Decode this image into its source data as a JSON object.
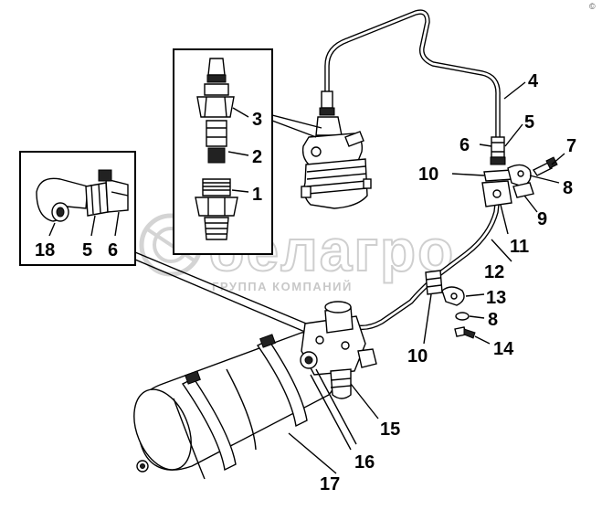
{
  "watermark": {
    "brand": "белагро",
    "subtitle": "ГРУППА КОМПАНИЙ"
  },
  "corner_mark": "©",
  "callouts": [
    {
      "id": "c-1",
      "text": "1"
    },
    {
      "id": "c-2",
      "text": "2"
    },
    {
      "id": "c-3",
      "text": "3"
    },
    {
      "id": "c-4",
      "text": "4"
    },
    {
      "id": "c-5-upper",
      "text": "5"
    },
    {
      "id": "c-6-upper",
      "text": "6"
    },
    {
      "id": "c-7",
      "text": "7"
    },
    {
      "id": "c-8-upper",
      "text": "8"
    },
    {
      "id": "c-9",
      "text": "9"
    },
    {
      "id": "c-10-upper",
      "text": "10"
    },
    {
      "id": "c-11",
      "text": "11"
    },
    {
      "id": "c-12",
      "text": "12"
    },
    {
      "id": "c-13",
      "text": "13"
    },
    {
      "id": "c-8-lower",
      "text": "8"
    },
    {
      "id": "c-14",
      "text": "14"
    },
    {
      "id": "c-10-lower",
      "text": "10"
    },
    {
      "id": "c-15",
      "text": "15"
    },
    {
      "id": "c-16",
      "text": "16"
    },
    {
      "id": "c-17",
      "text": "17"
    },
    {
      "id": "c-18",
      "text": "18"
    },
    {
      "id": "c-5-inset",
      "text": "5"
    },
    {
      "id": "c-6-inset",
      "text": "6"
    }
  ]
}
